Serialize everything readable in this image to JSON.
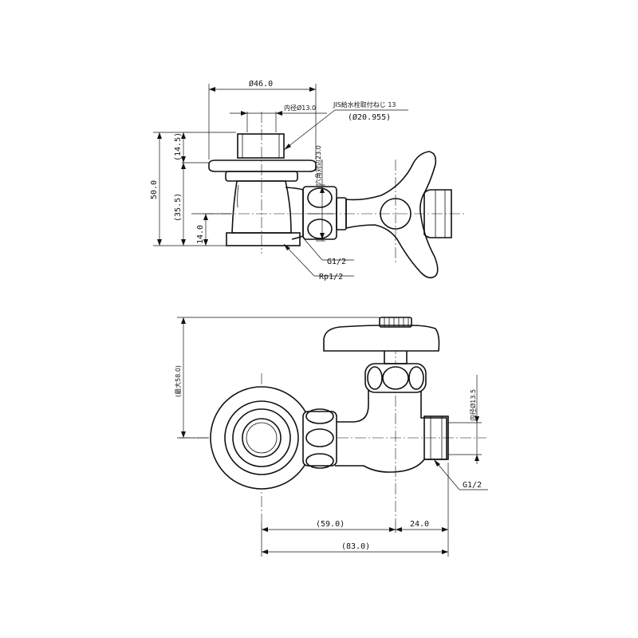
{
  "top_view": {
    "dim_width_46": "Ø46.0",
    "inner_dia_13": "内径Ø13.0",
    "jis_thread_line1": "JIS給水栓取付ねじ 13",
    "jis_thread_line2": "(Ø20.955)",
    "hex_23": "六角対辺23.0",
    "height_50": "50.0",
    "height_14_5": "(14.5)",
    "height_35_5": "(35.5)",
    "height_14": "14.0",
    "thread_g12": "G1/2",
    "thread_rp12": "Rp1/2"
  },
  "front_view": {
    "max_58": "(最大58.0)",
    "inner_dia_13_5": "内径Ø13.5",
    "thread_g12": "G1/2",
    "dim_59": "(59.0)",
    "dim_24": "24.0",
    "dim_83": "(83.0)"
  }
}
